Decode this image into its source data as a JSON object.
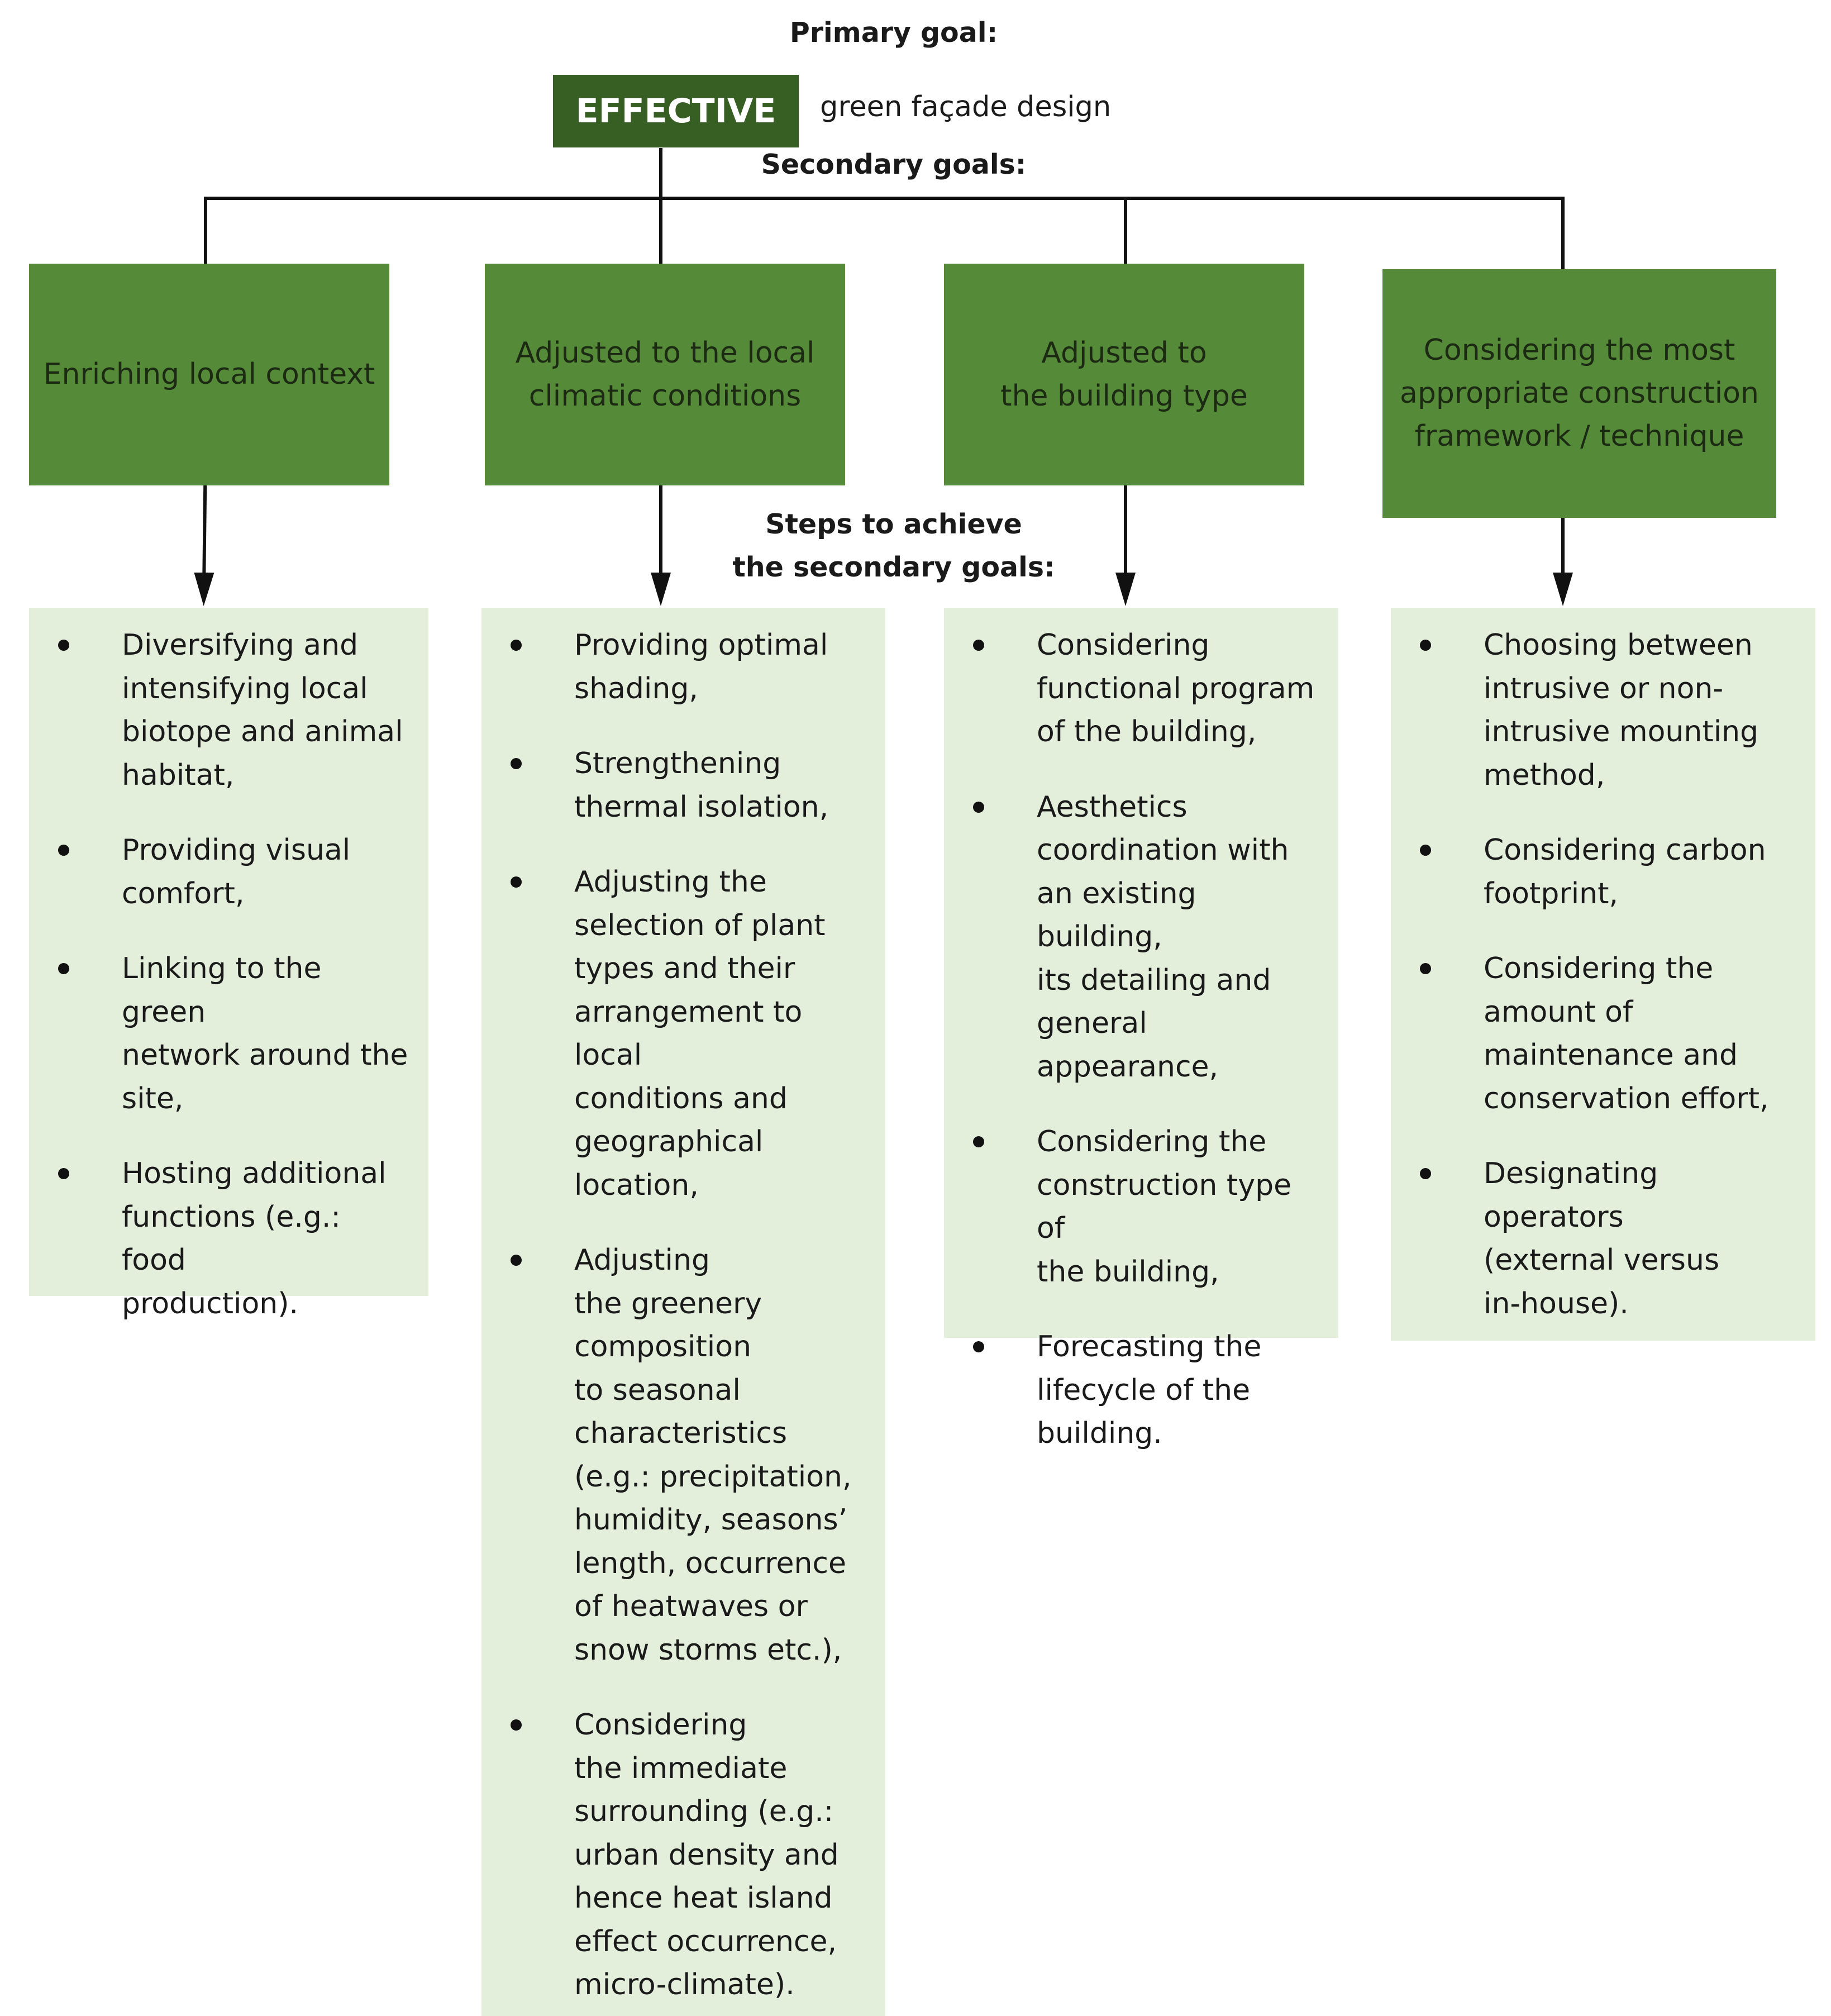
{
  "primary": {
    "heading": "Primary goal:",
    "box_label": "EFFECTIVE",
    "trailing_text": "green façade design"
  },
  "secondary_heading": "Secondary goals:",
  "steps_heading": "Steps to achieve\nthe secondary goals:",
  "colors": {
    "primary_box": "#375f24",
    "goal_box": "#558b38",
    "step_box": "#e3eedb",
    "connector": "#111111"
  },
  "columns": [
    {
      "goal": "Enriching local context",
      "steps": [
        "Diversifying and\nintensifying local\nbiotope and animal\nhabitat,",
        "Providing visual\ncomfort,",
        "Linking to the green\nnetwork around the\nsite,",
        "Hosting additional\nfunctions (e.g.: food\nproduction)."
      ]
    },
    {
      "goal": "Adjusted to the local\nclimatic conditions",
      "steps": [
        "Providing optimal\nshading,",
        "Strengthening\nthermal isolation,",
        "Adjusting the\nselection of plant\ntypes and their\narrangement to local\nconditions and\ngeographical\nlocation,",
        "Adjusting\nthe greenery\ncomposition\nto seasonal\ncharacteristics\n(e.g.: precipitation,\nhumidity, seasons’\nlength, occurrence\nof heatwaves or\nsnow storms etc.),",
        " Considering\nthe immediate\nsurrounding (e.g.:\nurban density and\nhence heat island\neffect occurrence,\nmicro-climate)."
      ]
    },
    {
      "goal": "Adjusted to\nthe building type",
      "steps": [
        "Considering\nfunctional program\nof the building,",
        "Aesthetics\ncoordination with\nan existing building,\nits detailing and\ngeneral appearance,",
        "Considering the\nconstruction type of\nthe building,",
        "Forecasting the\nlifecycle of the\nbuilding."
      ]
    },
    {
      "goal": "Considering the most\nappropriate construction\nframework / technique",
      "steps": [
        "Choosing between\nintrusive or non-\nintrusive mounting\nmethod,",
        "Considering carbon\nfootprint,",
        "Considering the\namount of\nmaintenance and\nconservation effort,",
        "Designating operators\n(external versus\nin-house)."
      ]
    }
  ]
}
